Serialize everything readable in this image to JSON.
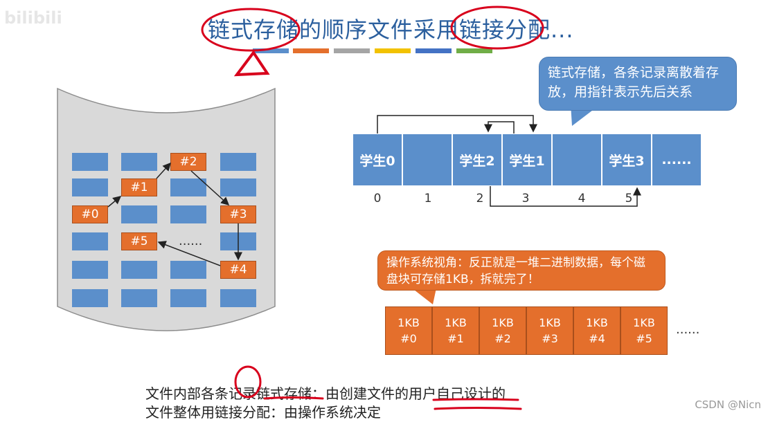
{
  "watermark_top_left": "bilibili",
  "title": "链式存储的顺序文件采用链接分配...",
  "callout_blue": "链式存储，各条记录离散着存放，用指针表示先后关系",
  "callout_orange": "操作系统视角：反正就是一堆二进制数据，每个磁盘块可存储1KB，拆就完了！",
  "student_cells": [
    "学生0",
    "",
    "学生2",
    "学生1",
    "",
    "学生3",
    "......"
  ],
  "student_indices": [
    "0",
    "1",
    "2",
    "3",
    "4",
    "5"
  ],
  "kb_blocks": [
    {
      "size": "1KB",
      "id": "#0"
    },
    {
      "size": "1KB",
      "id": "#1"
    },
    {
      "size": "1KB",
      "id": "#2"
    },
    {
      "size": "1KB",
      "id": "#3"
    },
    {
      "size": "1KB",
      "id": "#4"
    },
    {
      "size": "1KB",
      "id": "#5"
    }
  ],
  "kb_ellipsis": "......",
  "disk_labels": {
    "b0": "#0",
    "b1": "#1",
    "b2": "#2",
    "b3": "#3",
    "b4": "#4",
    "b5": "#5",
    "dots": "......"
  },
  "note_line1": "文件内部各条记录链式存储：由创建文件的用户自己设计的",
  "note_line2": "文件整体用链接分配：由操作系统决定",
  "csdn_watermark": "CSDN @Nicn",
  "colors": {
    "blue": "#5b8fcb",
    "orange": "#e46f2c",
    "title": "#2b5f9e",
    "annotation_red": "#d8001c"
  }
}
